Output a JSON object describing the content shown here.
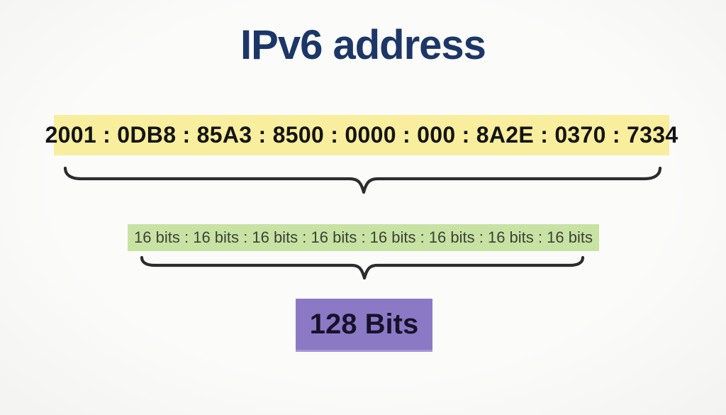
{
  "title": "IPv6 address",
  "address_box": {
    "label": "2001 : 0DB8 : 85A3 : 8500 : 0000 : 000 : 8A2E : 0370 : 7334",
    "groups": [
      "2001",
      "0DB8",
      "85A3",
      "8500",
      "0000",
      "000",
      "8A2E",
      "0370",
      "7334"
    ],
    "bg_color": "#f8ee9d"
  },
  "bits_box": {
    "label": "16 bits : 16 bits : 16 bits : 16 bits : 16 bits : 16 bits : 16 bits : 16 bits",
    "segment": "16 bits",
    "segment_count": 8,
    "bg_color": "#c8e2a4"
  },
  "total_box": {
    "label": "128 Bits",
    "bg_color": "#8b79c6"
  },
  "colors": {
    "title_text": "#1c3667",
    "brace_stroke": "#2c2c2c",
    "background": "#fafaf9",
    "address_text": "#141414",
    "bits_text": "#3c4134",
    "total_text": "#17122a"
  }
}
